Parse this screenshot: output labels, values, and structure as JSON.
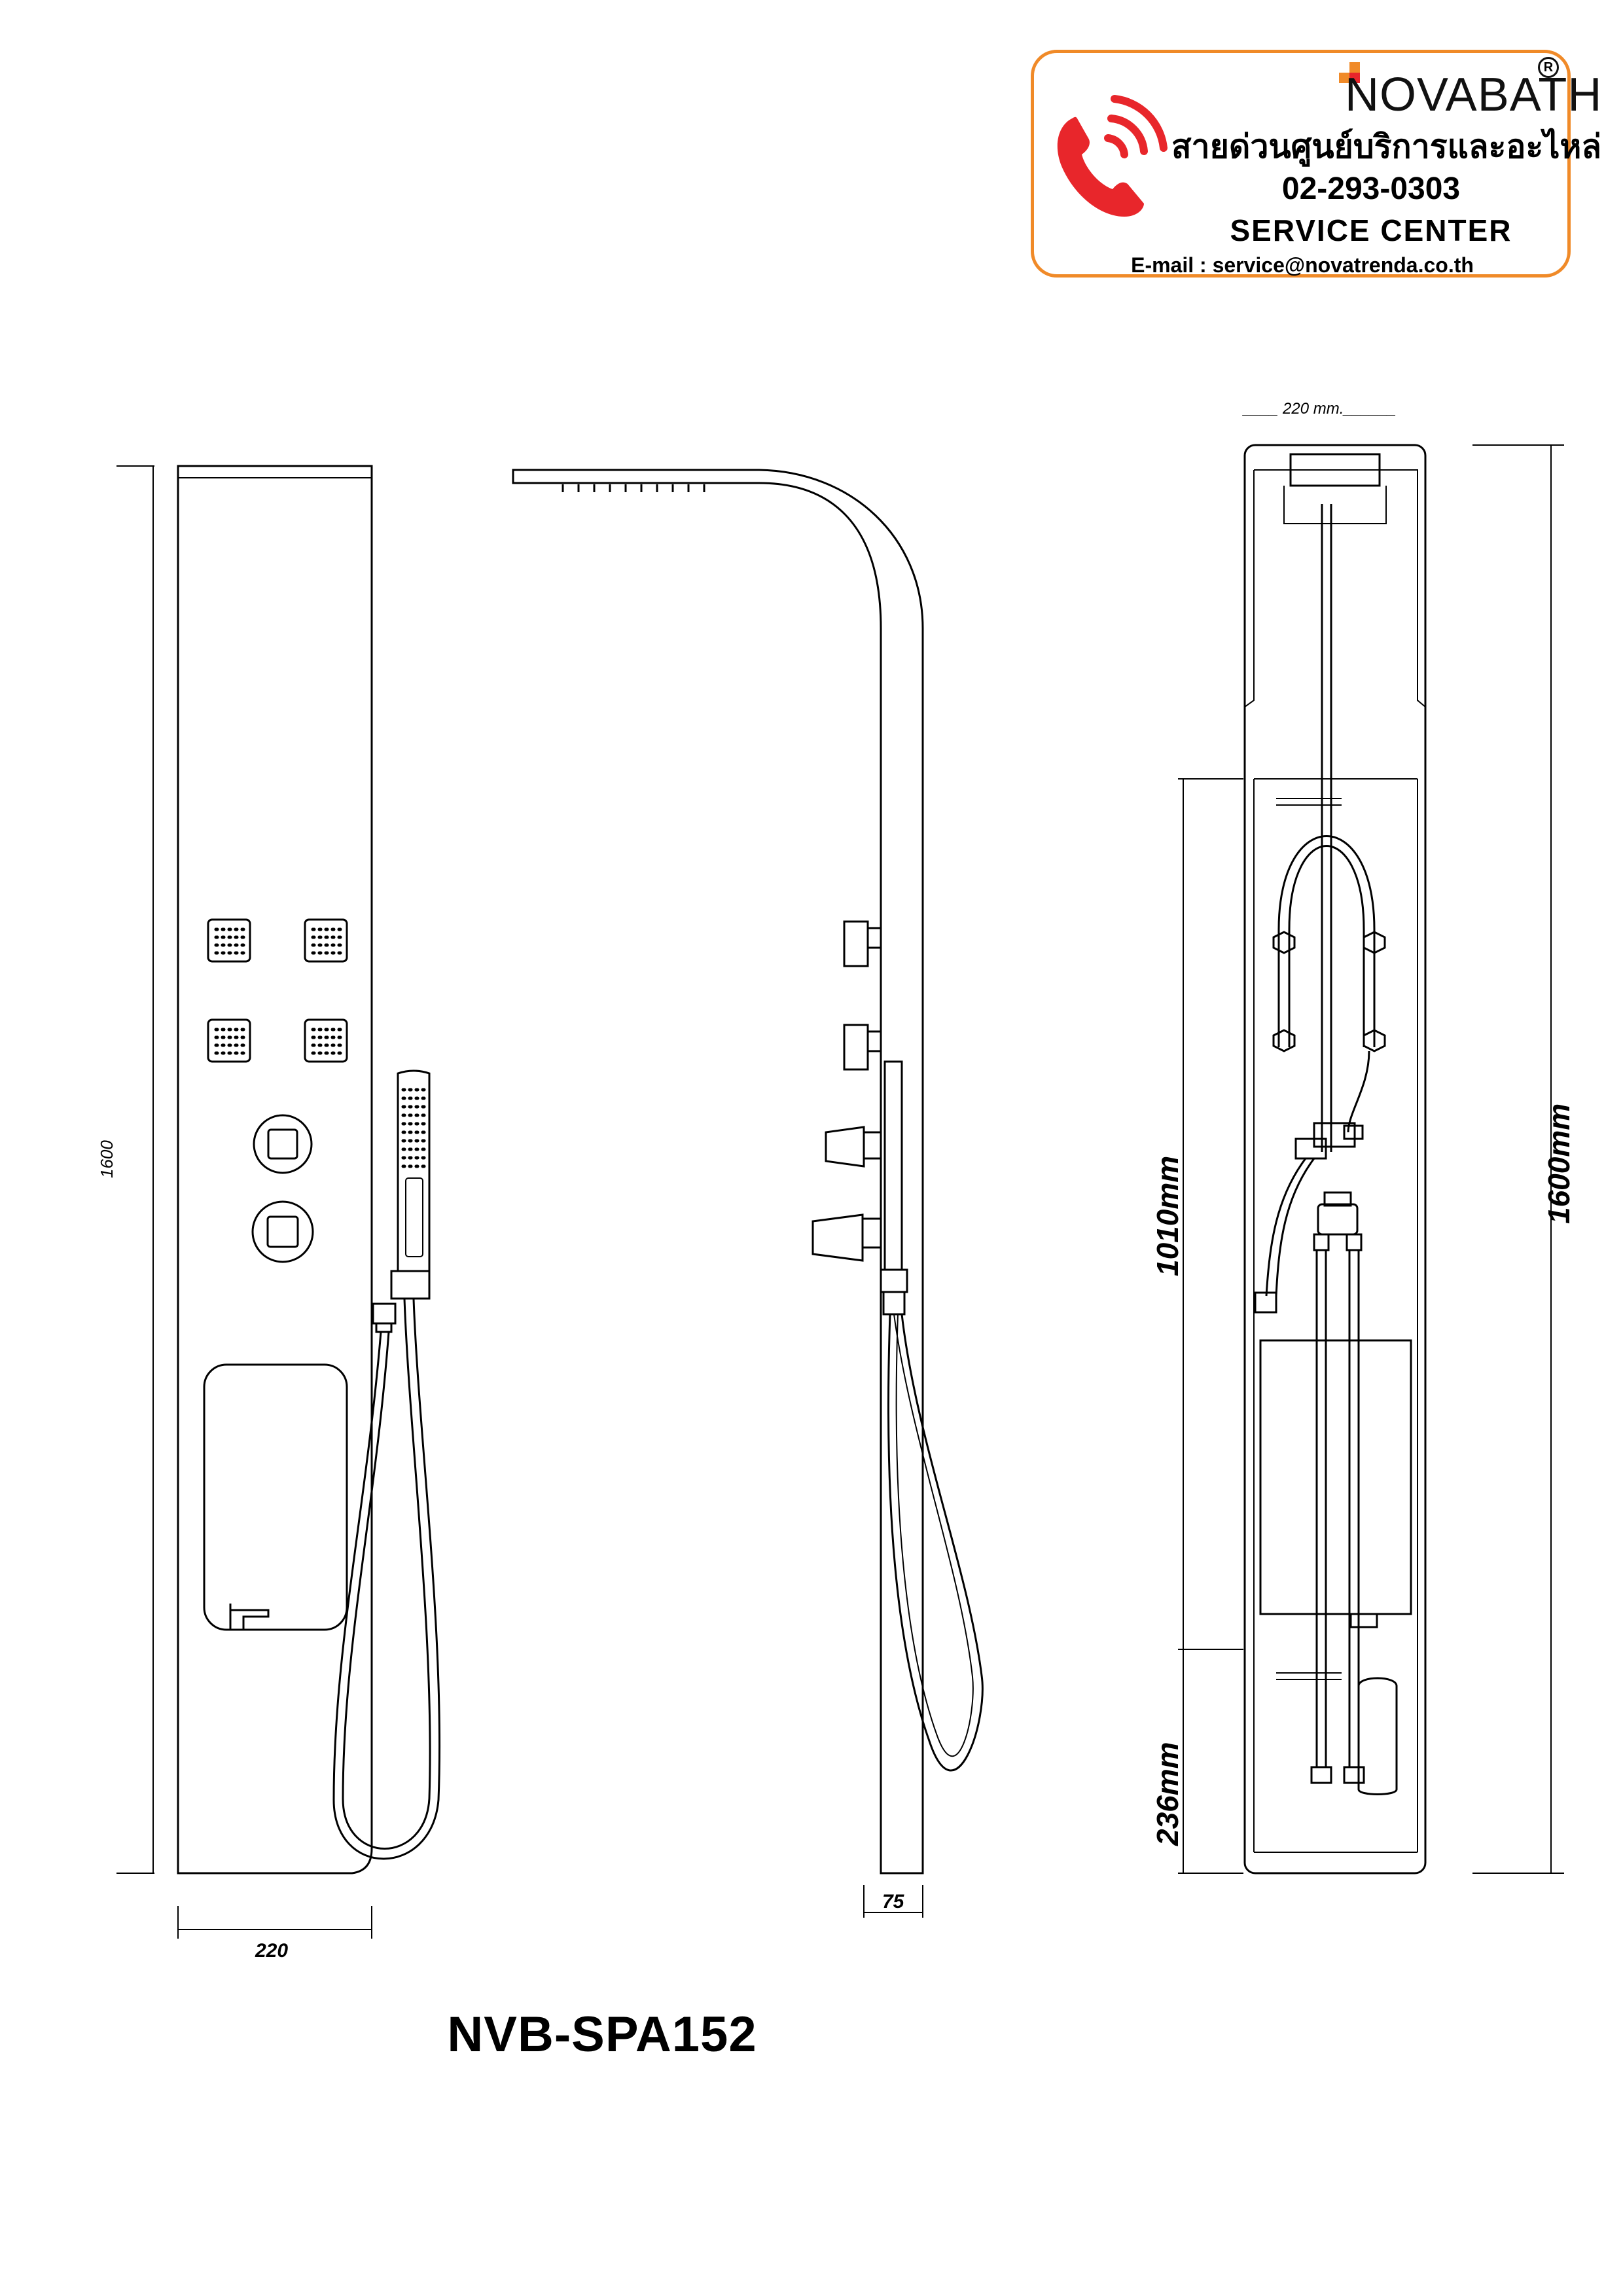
{
  "card": {
    "brand_prefix": "NOVA",
    "brand_suffix": "BATH",
    "registered_mark": "R",
    "hotline_label": "สายด่วนศูนย์บริการและอะไหล่",
    "phone": "02-293-0303",
    "service_center": "SERVICE  CENTER",
    "email": "E-mail  :  service@novatrenda.co.th",
    "colors": {
      "border": "#f08a28",
      "phone_red": "#e8262b",
      "logo_orange": "#f08a28"
    }
  },
  "dimensions": {
    "front_height": "1600",
    "front_width": "220",
    "side_depth": "75",
    "back_top_width": "____ 220 mm.______",
    "back_height": "1600mm",
    "back_mid_height": "1010mm",
    "back_bottom_height": "236mm"
  },
  "model": "NVB-SPA152"
}
